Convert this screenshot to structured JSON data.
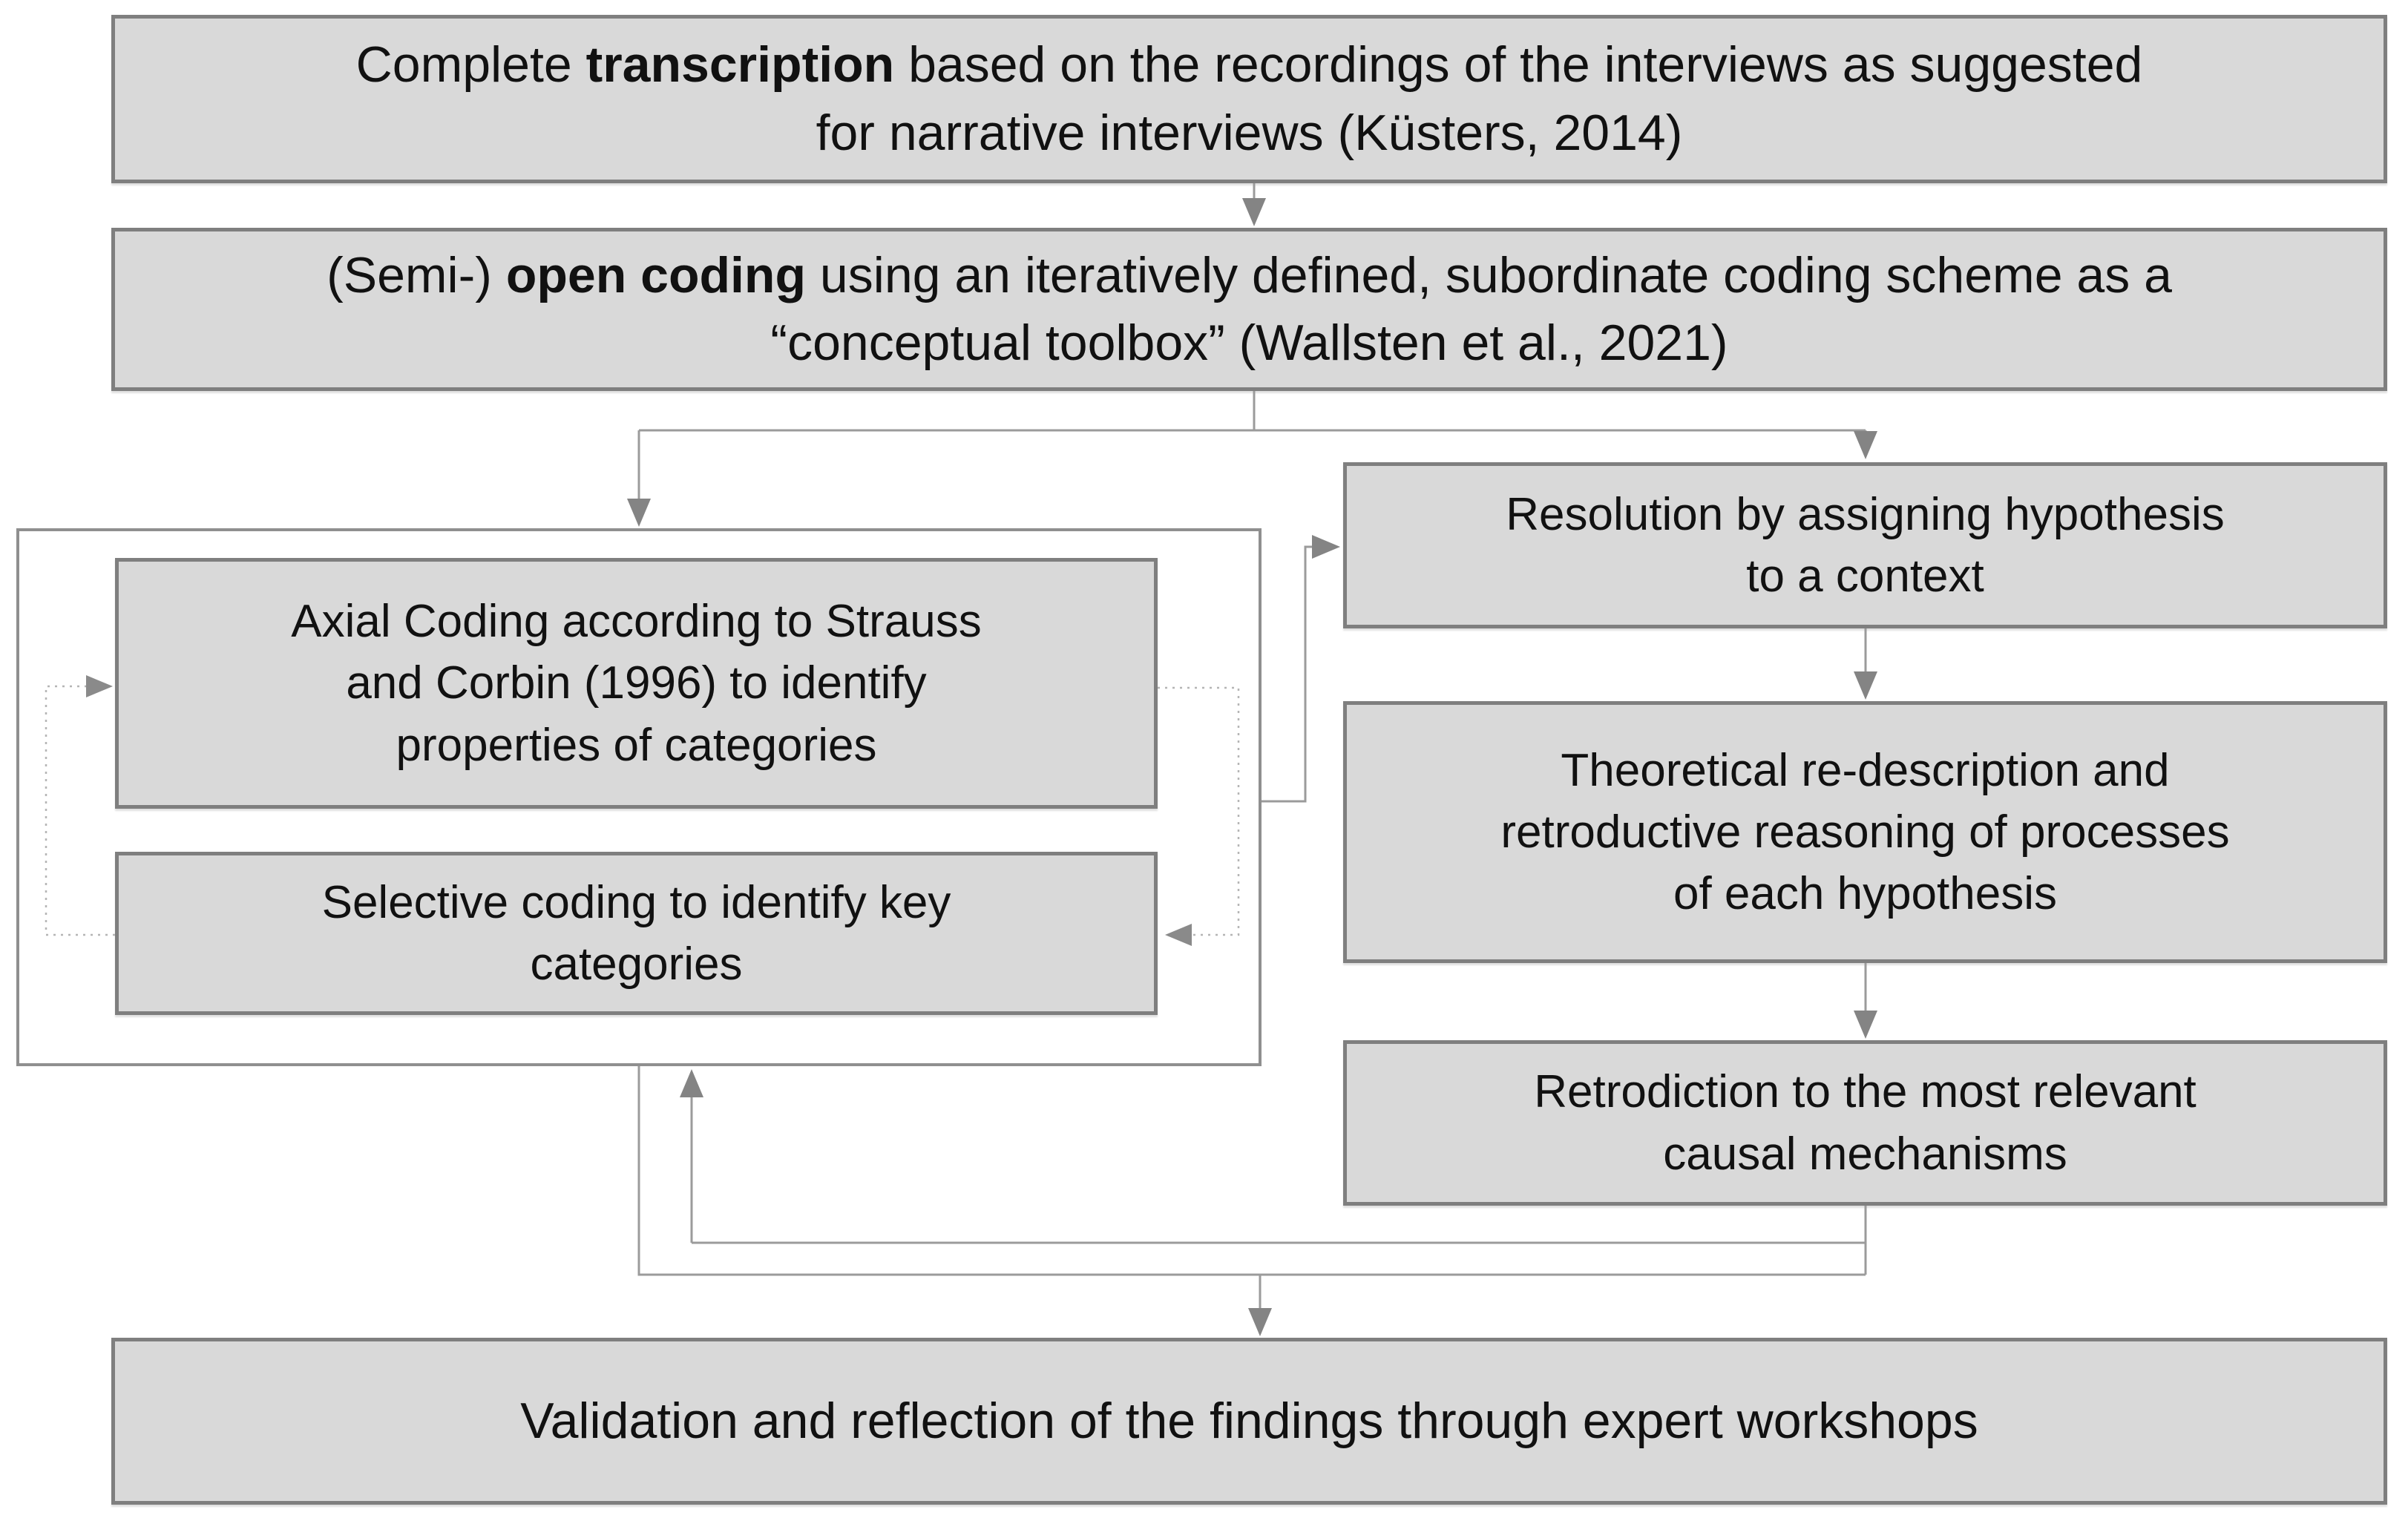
{
  "figure": {
    "type": "flowchart",
    "background": "#ffffff"
  },
  "colors": {
    "box_fill": "#d9d9d9",
    "box_border": "#7f7f7f",
    "container_fill": "#ffffff",
    "container_border": "#8f8f8f",
    "connector_line": "#9b9b9b",
    "arrowhead": "#848484",
    "loop_line": "#b5b5b5",
    "text": "#111111"
  },
  "nodes": {
    "transcription": {
      "lines": [
        [
          {
            "t": "Complete ",
            "b": 0
          },
          {
            "t": "transcription",
            "b": 1
          },
          {
            "t": " based on the recordings of the interviews as suggested",
            "b": 0
          }
        ],
        [
          {
            "t": "for narrative interviews (Küsters, 2014)",
            "b": 0
          }
        ]
      ]
    },
    "open_coding": {
      "lines": [
        [
          {
            "t": "(Semi-) ",
            "b": 0
          },
          {
            "t": "open coding",
            "b": 1
          },
          {
            "t": " using an iteratively defined, subordinate coding scheme as a",
            "b": 0
          }
        ],
        [
          {
            "t": "“conceptual toolbox” (Wallsten et al., 2021)",
            "b": 0
          }
        ]
      ]
    },
    "axial_coding": {
      "lines": [
        [
          {
            "t": "Axial Coding according to Strauss",
            "b": 0
          }
        ],
        [
          {
            "t": "and Corbin (1996) to identify",
            "b": 0
          }
        ],
        [
          {
            "t": "properties of categories",
            "b": 0
          }
        ]
      ]
    },
    "selective_coding": {
      "lines": [
        [
          {
            "t": "Selective coding to identify key",
            "b": 0
          }
        ],
        [
          {
            "t": "categories",
            "b": 0
          }
        ]
      ]
    },
    "resolution": {
      "lines": [
        [
          {
            "t": "Resolution by assigning hypothesis",
            "b": 0
          }
        ],
        [
          {
            "t": "to a context",
            "b": 0
          }
        ]
      ]
    },
    "theoretical_redescription": {
      "lines": [
        [
          {
            "t": "Theoretical re-description and",
            "b": 0
          }
        ],
        [
          {
            "t": "retroductive reasoning of processes",
            "b": 0
          }
        ],
        [
          {
            "t": "of each hypothesis",
            "b": 0
          }
        ]
      ]
    },
    "retrodiction": {
      "lines": [
        [
          {
            "t": "Retrodiction to the most relevant",
            "b": 0
          }
        ],
        [
          {
            "t": "causal mechanisms",
            "b": 0
          }
        ]
      ]
    },
    "validation": {
      "lines": [
        [
          {
            "t": "Validation and reflection of the findings through expert workshops",
            "b": 0
          }
        ]
      ]
    }
  },
  "edges": [
    {
      "from": "transcription",
      "to": "open_coding",
      "style": "solid-arrow"
    },
    {
      "from": "open_coding",
      "to": "coding_loop_container",
      "style": "solid-arrow"
    },
    {
      "from": "open_coding",
      "to": "resolution",
      "style": "solid-arrow"
    },
    {
      "from": "coding_loop_container",
      "to": "resolution",
      "style": "solid-arrow"
    },
    {
      "from": "axial_coding",
      "to": "selective_coding",
      "style": "dotted-loop-arrow"
    },
    {
      "from": "selective_coding",
      "to": "axial_coding",
      "style": "dotted-loop-arrow"
    },
    {
      "from": "resolution",
      "to": "theoretical_redescription",
      "style": "solid-arrow"
    },
    {
      "from": "theoretical_redescription",
      "to": "retrodiction",
      "style": "solid-arrow"
    },
    {
      "from": "retrodiction",
      "to": "coding_loop_container",
      "style": "solid-arrow-feedback"
    },
    {
      "from": "retrodiction",
      "to": "validation",
      "style": "solid-arrow"
    },
    {
      "from": "coding_loop_container",
      "to": "validation",
      "style": "solid-arrow"
    }
  ]
}
